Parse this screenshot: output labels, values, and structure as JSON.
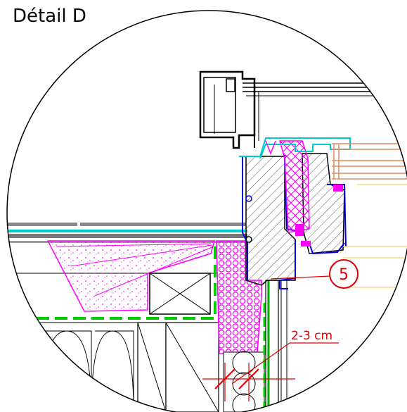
{
  "title": "Détail D",
  "callout": {
    "number": "5",
    "color": "#e00000"
  },
  "dimension": {
    "label": "2-3 cm",
    "color": "#e00000"
  },
  "colors": {
    "insulation_pink": "#ff00ff",
    "window_frame_blue": "#0000dd",
    "cyan_profile": "#00cccc",
    "membrane_green": "#00cc00",
    "glazing_salmon": "#e08a60",
    "sill_yellow": "#e8d870",
    "hatch_gray": "#555555"
  }
}
